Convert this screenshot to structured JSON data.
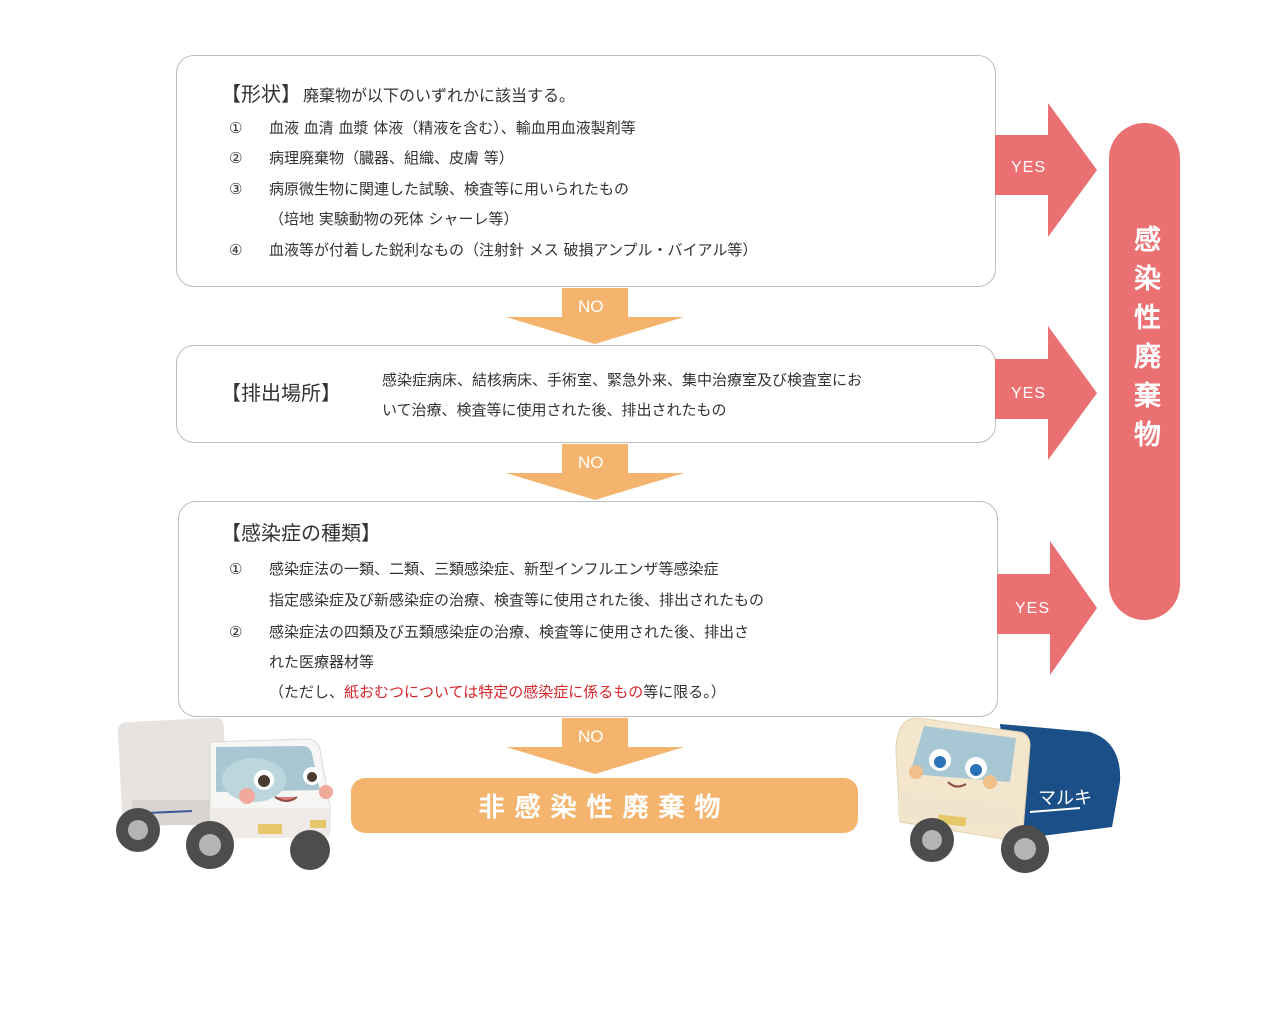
{
  "box1": {
    "heading": "【形状】",
    "heading_sub": "廃棄物が以下のいずれかに該当する。",
    "items": [
      {
        "num": "①",
        "text": "血液 血清 血漿 体液（精液を含む）、輸血用血液製剤等"
      },
      {
        "num": "②",
        "text": "病理廃棄物（臓器、組織、皮膚 等）"
      },
      {
        "num": "③",
        "text": "病原微生物に関連した試験、検査等に用いられたもの"
      },
      {
        "num": "",
        "text": "（培地 実験動物の死体 シャーレ等）"
      },
      {
        "num": "④",
        "text": "血液等が付着した鋭利なもの（注射針 メス 破損アンプル・バイアル等）"
      }
    ]
  },
  "box2": {
    "heading": "【排出場所】",
    "lines": [
      "感染症病床、結核病床、手術室、緊急外来、集中治療室及び検査室にお",
      "いて治療、検査等に使用された後、排出されたもの"
    ]
  },
  "box3": {
    "heading": "【感染症の種類】",
    "items": [
      {
        "num": "①",
        "text": "感染症法の一類、二類、三類感染症、新型インフルエンザ等感染症"
      },
      {
        "num": "",
        "text": "指定感染症及び新感染症の治療、検査等に使用された後、排出されたもの"
      },
      {
        "num": "②",
        "text": "感染症法の四類及び五類感染症の治療、検査等に使用された後、排出さ"
      },
      {
        "num": "",
        "text": "れた医療器材等"
      }
    ],
    "note_prefix": "（ただし、",
    "note_red": "紙おむつについては特定の感染症に係るもの",
    "note_suffix": "等に限る。）"
  },
  "yes_label": "YES",
  "no_label": "NO",
  "result_yes": "感染性廃棄物",
  "result_no": "非感染性廃棄物",
  "truck_label": "マルキ",
  "colors": {
    "yes_red": "#ea7072",
    "no_orange": "#f4b46e",
    "note_red": "#d7262b",
    "truck_blue": "#1b4f87"
  }
}
